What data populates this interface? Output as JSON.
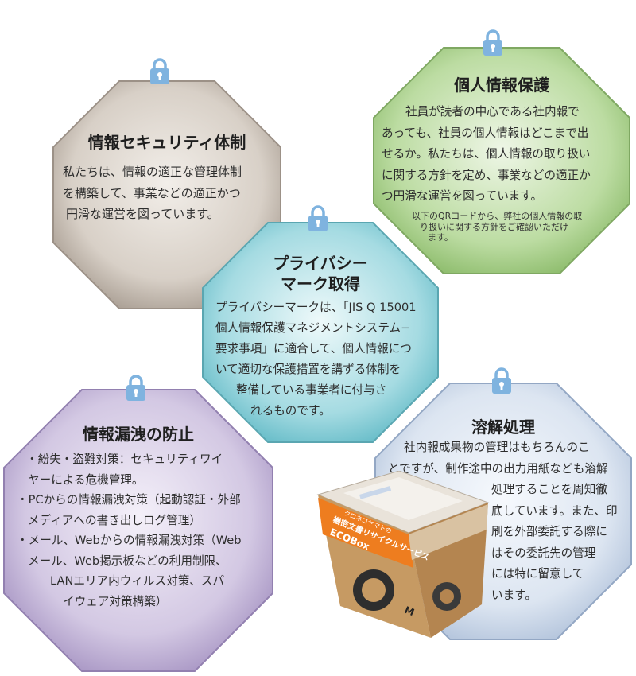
{
  "colors": {
    "beige": "#c9c0b6",
    "green": "#a9cf8d",
    "blue": "#8fd0d8",
    "purple": "#c5b6d9",
    "lightblue": "#d4dfee",
    "lock": "#7fb3df",
    "box_orange": "#ee7d1f"
  },
  "security_system": {
    "title": "情報セキュリティ体制",
    "lines": [
      "私たちは、情報の適正な管理体制",
      "を構築して、事業などの適正かつ",
      "円滑な運営を図っています。"
    ]
  },
  "privacy_protection": {
    "title": "個人情報保護",
    "lines": [
      "社員が読者の中心である社内報で",
      "あっても、社員の個人情報はどこまで出",
      "せるか。私たちは、個人情報の取り扱い",
      "に関する方針を定め、事業などの適正か",
      "つ円滑な運営を図っています。"
    ],
    "note_lines": [
      "以下のQRコードから、弊社の個人情報の取",
      "り扱いに関する方針をご確認いただけ",
      "ます。"
    ]
  },
  "privacy_mark": {
    "title_lines": [
      "プライバシー",
      "マーク取得"
    ],
    "lines": [
      "プライバシーマークは、「JIS Q 15001",
      "個人情報保護マネジメントシステム−",
      "要求事項」に適合して、個人情報につ",
      "いて適切な保護措置を講ずる体制を",
      "整備している事業者に付与さ",
      "れるものです。"
    ]
  },
  "leak_prevention": {
    "title": "情報漏洩の防止",
    "lines": [
      "・紛失・盗難対策：セキュリティワイ",
      "ヤーによる危機管理。",
      "・PCからの情報漏洩対策（起動認証・外部",
      "メディアへの書き出しログ管理）",
      "・メール、Webからの情報漏洩対策（Web",
      "メール、Web掲示板などの利用制限、",
      "LANエリア内ウィルス対策、スパ",
      "イウェア対策構築）"
    ]
  },
  "dissolution": {
    "title": "溶解処理",
    "lines": [
      "社内報成果物の管理はもちろんのこ",
      "とですが、制作途中の出力用紙なども溶解",
      "処理することを周知徹",
      "底しています。また、印",
      "刷を外部委託する際に",
      "はその委託先の管理",
      "には特に留意して",
      "います。"
    ]
  },
  "ecobox": {
    "band_line1": "クロネコヤマトの",
    "band_line2": "機密文書リサイクルサービス",
    "brand": "ECOBox",
    "size": "M"
  },
  "icons": [
    "padlock-icon"
  ]
}
